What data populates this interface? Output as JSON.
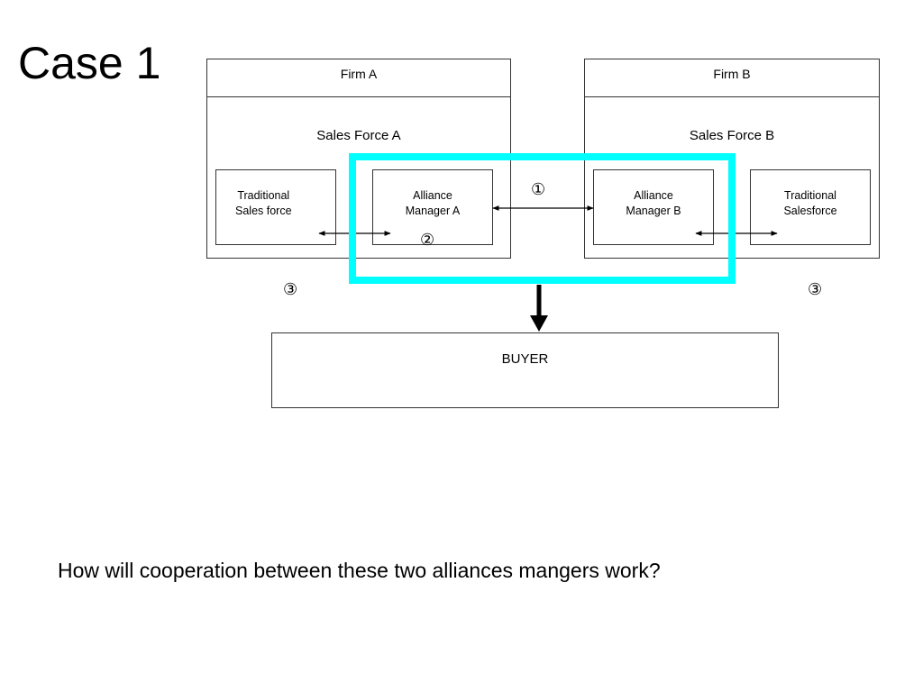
{
  "slide": {
    "title": "Case 1",
    "question": "How will cooperation between these two alliances mangers work?"
  },
  "diagram": {
    "firm_a": {
      "name": "Firm A",
      "sales_force": "Sales Force A",
      "traditional": [
        "Traditional",
        "Sales force"
      ],
      "alliance_manager": [
        "Alliance",
        "Manager A"
      ]
    },
    "firm_b": {
      "name": "Firm B",
      "sales_force": "Sales Force B",
      "alliance_manager": [
        "Alliance",
        "Manager B"
      ],
      "traditional": [
        "Traditional",
        "Salesforce"
      ]
    },
    "buyer": "BUYER",
    "markers": {
      "one": "①",
      "two": "②",
      "three_left": "③",
      "three_right": "③"
    },
    "highlight_color": "#00ffff"
  }
}
